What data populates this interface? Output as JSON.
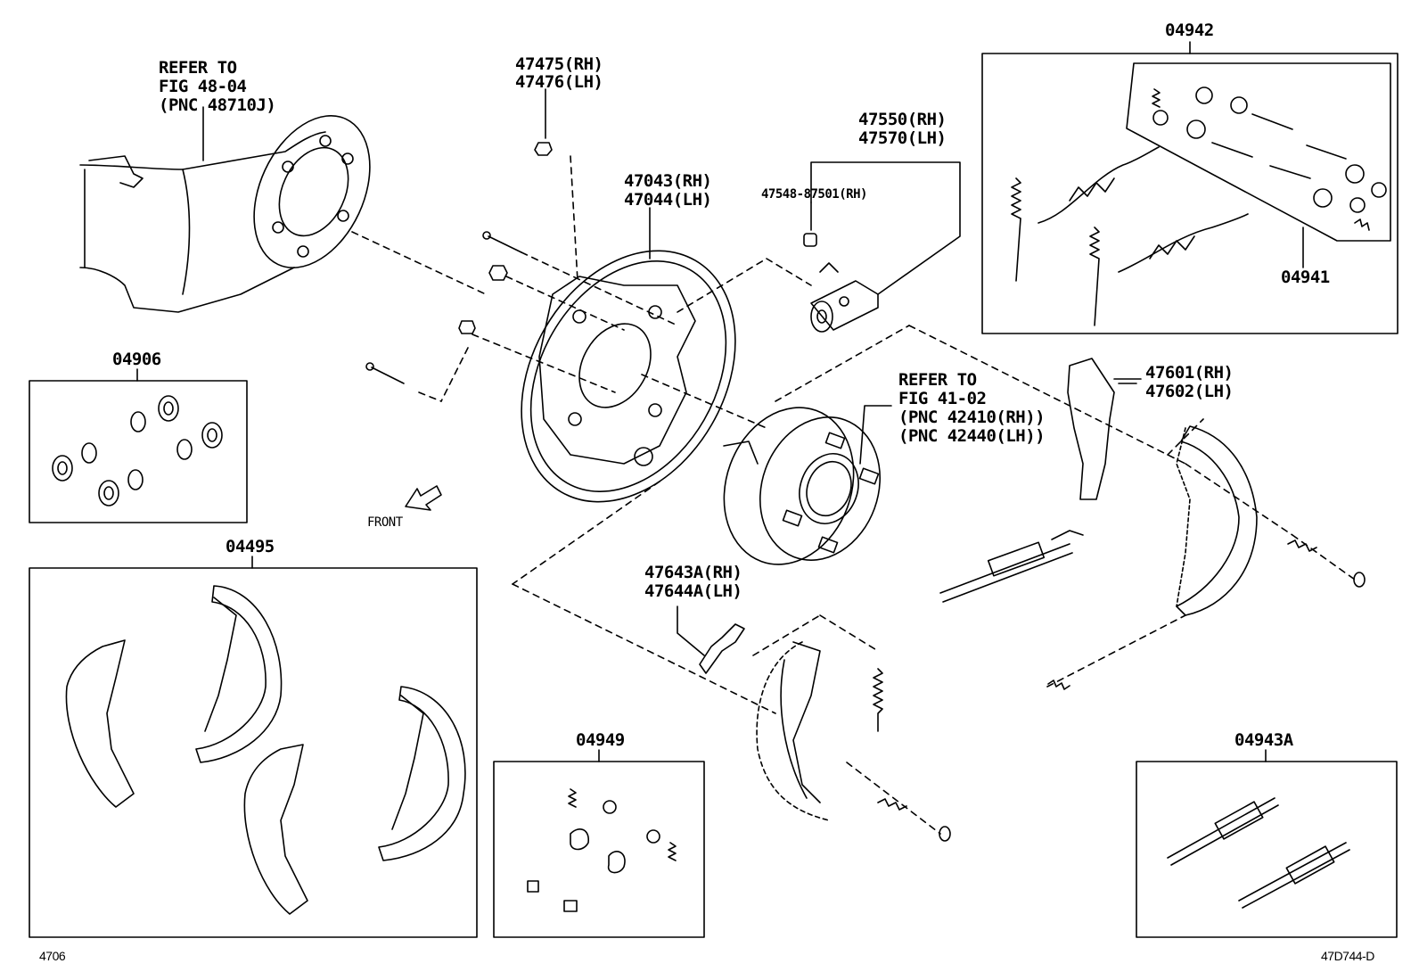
{
  "labels": {
    "refer_fig_48": [
      "REFER TO",
      "FIG 48-04",
      "(PNC 48710J)"
    ],
    "p47475": "47475(RH)",
    "p47476": "47476(LH)",
    "p47043": "47043(RH)",
    "p47044": "47044(LH)",
    "p47550": "47550(RH)",
    "p47570": "47570(LH)",
    "p47548": "47548-87501(RH)",
    "p04942": "04942",
    "p04941": "04941",
    "p04906": "04906",
    "refer_fig_41": [
      "REFER TO",
      "FIG 41-02",
      "(PNC 42410(RH))",
      "(PNC 42440(LH))"
    ],
    "p47601": "47601(RH)",
    "p47602": "47602(LH)",
    "front": "FRONT",
    "p04495": "04495",
    "p47643A": "47643A(RH)",
    "p47644A": "47644A(LH)",
    "p04949": "04949",
    "p04943A": "04943A",
    "fig_number": "4706",
    "diagram_code": "47D744-D"
  }
}
